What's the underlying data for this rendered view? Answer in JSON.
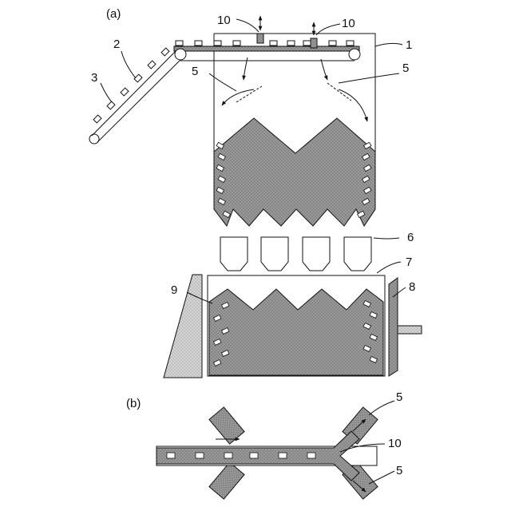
{
  "panels": {
    "a": {
      "tag": "(a)"
    },
    "b": {
      "tag": "(b)"
    }
  },
  "labels": {
    "n1": "1",
    "n2": "2",
    "n3": "3",
    "n5_left": "5",
    "n5_right": "5",
    "n6": "6",
    "n7": "7",
    "n8": "8",
    "n9": "9",
    "n10_left": "10",
    "n10_right": "10",
    "b_n5_top": "5",
    "b_n10": "10",
    "b_n5_bottom": "5"
  },
  "colors": {
    "stroke": "#111111",
    "fill_dark": "#8a8a8a",
    "fill_light": "#c8c8c8"
  }
}
